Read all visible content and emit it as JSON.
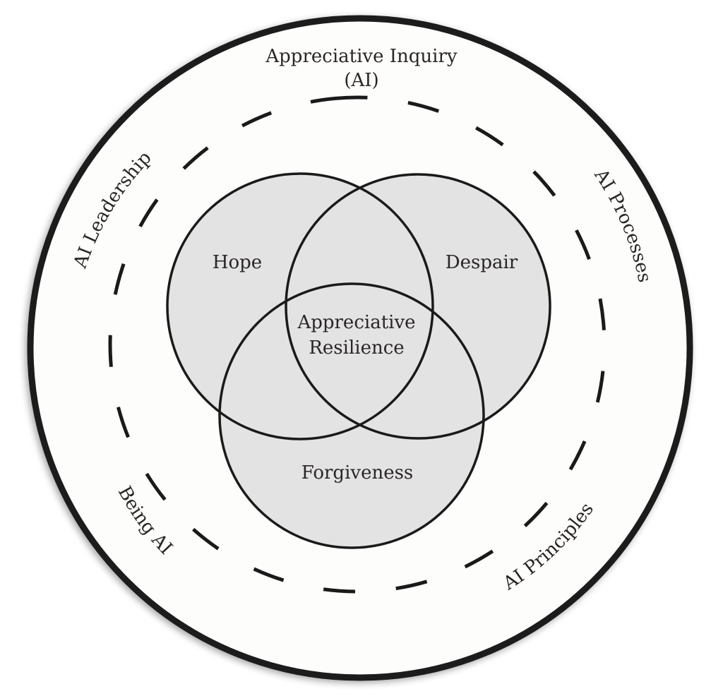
{
  "title": {
    "line1": "Appreciative Inquiry",
    "line2": "(AI)"
  },
  "ring_labels": {
    "leadership": "AI Leadership",
    "processes": "AI Processes",
    "being": "Being AI",
    "principles": "AI Principles"
  },
  "venn": {
    "sets": [
      {
        "id": "hope",
        "label": "Hope"
      },
      {
        "id": "despair",
        "label": "Despair"
      },
      {
        "id": "forgiveness",
        "label": "Forgiveness"
      }
    ],
    "center": {
      "line1": "Appreciative",
      "line2": "Resilience"
    }
  },
  "colors": {
    "circle_fill": "#e3e3e3",
    "stroke": "#1a1a1a",
    "inner_background": "#fdfdfc",
    "text": "#2b2626"
  }
}
